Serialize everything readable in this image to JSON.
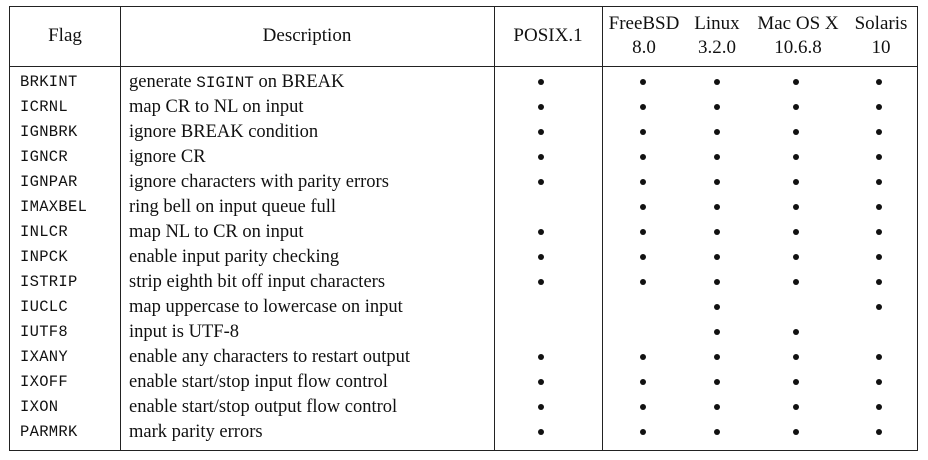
{
  "columns": {
    "flag": "Flag",
    "description": "Description",
    "posix": "POSIX.1",
    "freebsd": {
      "name": "FreeBSD",
      "version": "8.0"
    },
    "linux": {
      "name": "Linux",
      "version": "3.2.0"
    },
    "macos": {
      "name": "Mac OS X",
      "version": "10.6.8"
    },
    "solaris": {
      "name": "Solaris",
      "version": "10"
    }
  },
  "rows": [
    {
      "flag": "BRKINT",
      "desc_pre": "generate ",
      "desc_code": "SIGINT",
      "desc_post": " on BREAK",
      "posix": true,
      "freebsd": true,
      "linux": true,
      "macos": true,
      "solaris": true
    },
    {
      "flag": "ICRNL",
      "desc_pre": "map CR to NL on input",
      "desc_code": "",
      "desc_post": "",
      "posix": true,
      "freebsd": true,
      "linux": true,
      "macos": true,
      "solaris": true
    },
    {
      "flag": "IGNBRK",
      "desc_pre": "ignore BREAK condition",
      "desc_code": "",
      "desc_post": "",
      "posix": true,
      "freebsd": true,
      "linux": true,
      "macos": true,
      "solaris": true
    },
    {
      "flag": "IGNCR",
      "desc_pre": "ignore CR",
      "desc_code": "",
      "desc_post": "",
      "posix": true,
      "freebsd": true,
      "linux": true,
      "macos": true,
      "solaris": true
    },
    {
      "flag": "IGNPAR",
      "desc_pre": "ignore characters with parity errors",
      "desc_code": "",
      "desc_post": "",
      "posix": true,
      "freebsd": true,
      "linux": true,
      "macos": true,
      "solaris": true
    },
    {
      "flag": "IMAXBEL",
      "desc_pre": "ring bell on input queue full",
      "desc_code": "",
      "desc_post": "",
      "posix": false,
      "freebsd": true,
      "linux": true,
      "macos": true,
      "solaris": true
    },
    {
      "flag": "INLCR",
      "desc_pre": "map NL to CR on input",
      "desc_code": "",
      "desc_post": "",
      "posix": true,
      "freebsd": true,
      "linux": true,
      "macos": true,
      "solaris": true
    },
    {
      "flag": "INPCK",
      "desc_pre": "enable input parity checking",
      "desc_code": "",
      "desc_post": "",
      "posix": true,
      "freebsd": true,
      "linux": true,
      "macos": true,
      "solaris": true
    },
    {
      "flag": "ISTRIP",
      "desc_pre": "strip eighth bit off input characters",
      "desc_code": "",
      "desc_post": "",
      "posix": true,
      "freebsd": true,
      "linux": true,
      "macos": true,
      "solaris": true
    },
    {
      "flag": "IUCLC",
      "desc_pre": "map uppercase to lowercase on input",
      "desc_code": "",
      "desc_post": "",
      "posix": false,
      "freebsd": false,
      "linux": true,
      "macos": false,
      "solaris": true
    },
    {
      "flag": "IUTF8",
      "desc_pre": "input is UTF-8",
      "desc_code": "",
      "desc_post": "",
      "posix": false,
      "freebsd": false,
      "linux": true,
      "macos": true,
      "solaris": false
    },
    {
      "flag": "IXANY",
      "desc_pre": "enable any characters to restart output",
      "desc_code": "",
      "desc_post": "",
      "posix": true,
      "freebsd": true,
      "linux": true,
      "macos": true,
      "solaris": true
    },
    {
      "flag": "IXOFF",
      "desc_pre": "enable start/stop input flow control",
      "desc_code": "",
      "desc_post": "",
      "posix": true,
      "freebsd": true,
      "linux": true,
      "macos": true,
      "solaris": true
    },
    {
      "flag": "IXON",
      "desc_pre": "enable start/stop output flow control",
      "desc_code": "",
      "desc_post": "",
      "posix": true,
      "freebsd": true,
      "linux": true,
      "macos": true,
      "solaris": true
    },
    {
      "flag": "PARMRK",
      "desc_pre": "mark parity errors",
      "desc_code": "",
      "desc_post": "",
      "posix": true,
      "freebsd": true,
      "linux": true,
      "macos": true,
      "solaris": true
    }
  ]
}
